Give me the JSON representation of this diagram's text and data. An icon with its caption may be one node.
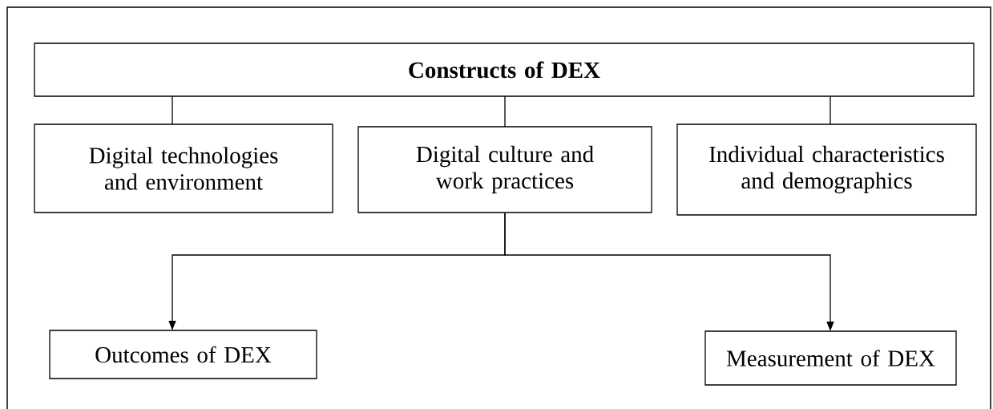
{
  "diagram": {
    "nodes": [
      {
        "text": [
          "Constructs of DEX"
        ]
      },
      {
        "text": [
          "Digital technologies and environment"
        ]
      },
      {
        "text": [
          "Digital culture and work practices"
        ]
      },
      {
        "text": [
          "Individual characteristics and demographics"
        ]
      },
      {
        "text": [
          "Outcomes of DEX"
        ]
      },
      {
        "text": [
          "Measurement of DEX"
        ]
      }
    ],
    "edges": [
      {
        "from": 0,
        "to": 1,
        "arrow": "none"
      },
      {
        "from": 0,
        "to": 2,
        "arrow": "none"
      },
      {
        "from": 0,
        "to": 3,
        "arrow": "none"
      },
      {
        "from": 2,
        "to": 4,
        "arrow": "to"
      },
      {
        "from": 2,
        "to": 5,
        "arrow": "to"
      }
    ]
  }
}
